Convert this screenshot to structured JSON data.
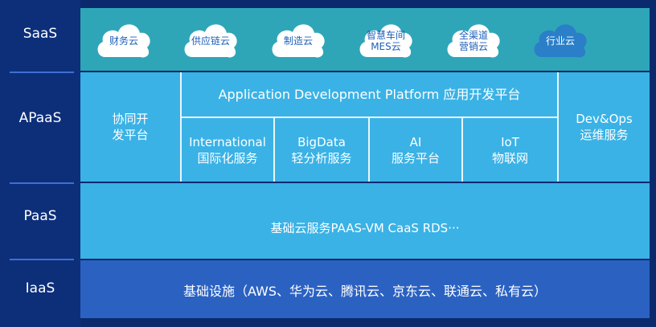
{
  "layers": {
    "saas": "SaaS",
    "apaas": "APaaS",
    "paas": "PaaS",
    "iaas": "IaaS"
  },
  "saas_clouds": [
    {
      "label": "财务云"
    },
    {
      "label": "供应链云"
    },
    {
      "label": "制造云"
    },
    {
      "label": "智慧车间\nMES云"
    },
    {
      "label": "全渠道\n营销云"
    },
    {
      "label": "行业云"
    }
  ],
  "apaas": {
    "platform_title": "Application Development Platform  应用开发平台",
    "left_box": "协同开\n发平台",
    "right_box": "Dev&Ops\n运维服务",
    "modules": [
      {
        "label": "International\n国际化服务"
      },
      {
        "label": "BigData\n轻分析服务"
      },
      {
        "label": "AI\n服务平台"
      },
      {
        "label": "IoT\n物联网"
      }
    ]
  },
  "paas": {
    "text": "基础云服务PAAS-VM CaaS RDS···"
  },
  "iaas": {
    "text": "基础设施（AWS、华为云、腾讯云、京东云、联通云、私有云）"
  },
  "colors": {
    "navy": "#0b2a6e",
    "teal": "#2ea6b8",
    "sky": "#3ab2e6",
    "blue": "#2b62c2",
    "cloud_dark": "#2a7fc8"
  }
}
